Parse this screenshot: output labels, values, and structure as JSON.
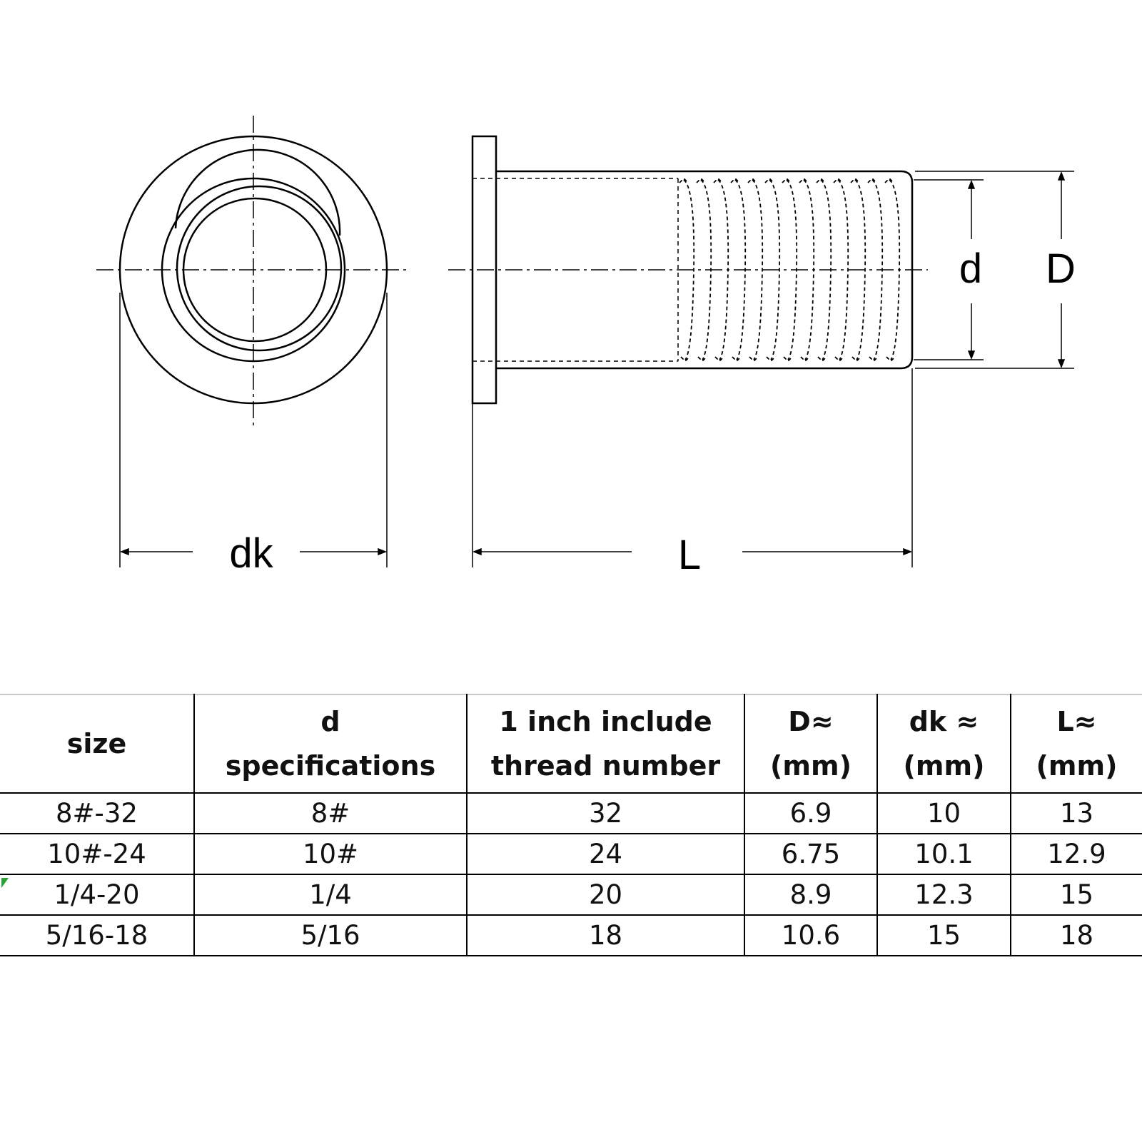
{
  "diagram": {
    "labels": {
      "dk": "dk",
      "L": "L",
      "d": "d",
      "D": "D"
    }
  },
  "table": {
    "headers": [
      [
        "size"
      ],
      [
        "d",
        "specifications"
      ],
      [
        "1 inch include",
        "thread number"
      ],
      [
        "D≈",
        "(mm)"
      ],
      [
        "dk ≈",
        "(mm)"
      ],
      [
        "L≈",
        "(mm)"
      ]
    ],
    "rows": [
      [
        "8#-32",
        "8#",
        "32",
        "6.9",
        "10",
        "13"
      ],
      [
        "10#-24",
        "10#",
        "24",
        "6.75",
        "10.1",
        "12.9"
      ],
      [
        "1/4-20",
        "1/4",
        "20",
        "8.9",
        "12.3",
        "15"
      ],
      [
        "5/16-18",
        "5/16",
        "18",
        "10.6",
        "15",
        "18"
      ]
    ]
  },
  "colors": {
    "line": "#000000",
    "corner_mark": "#2e9e3a"
  }
}
